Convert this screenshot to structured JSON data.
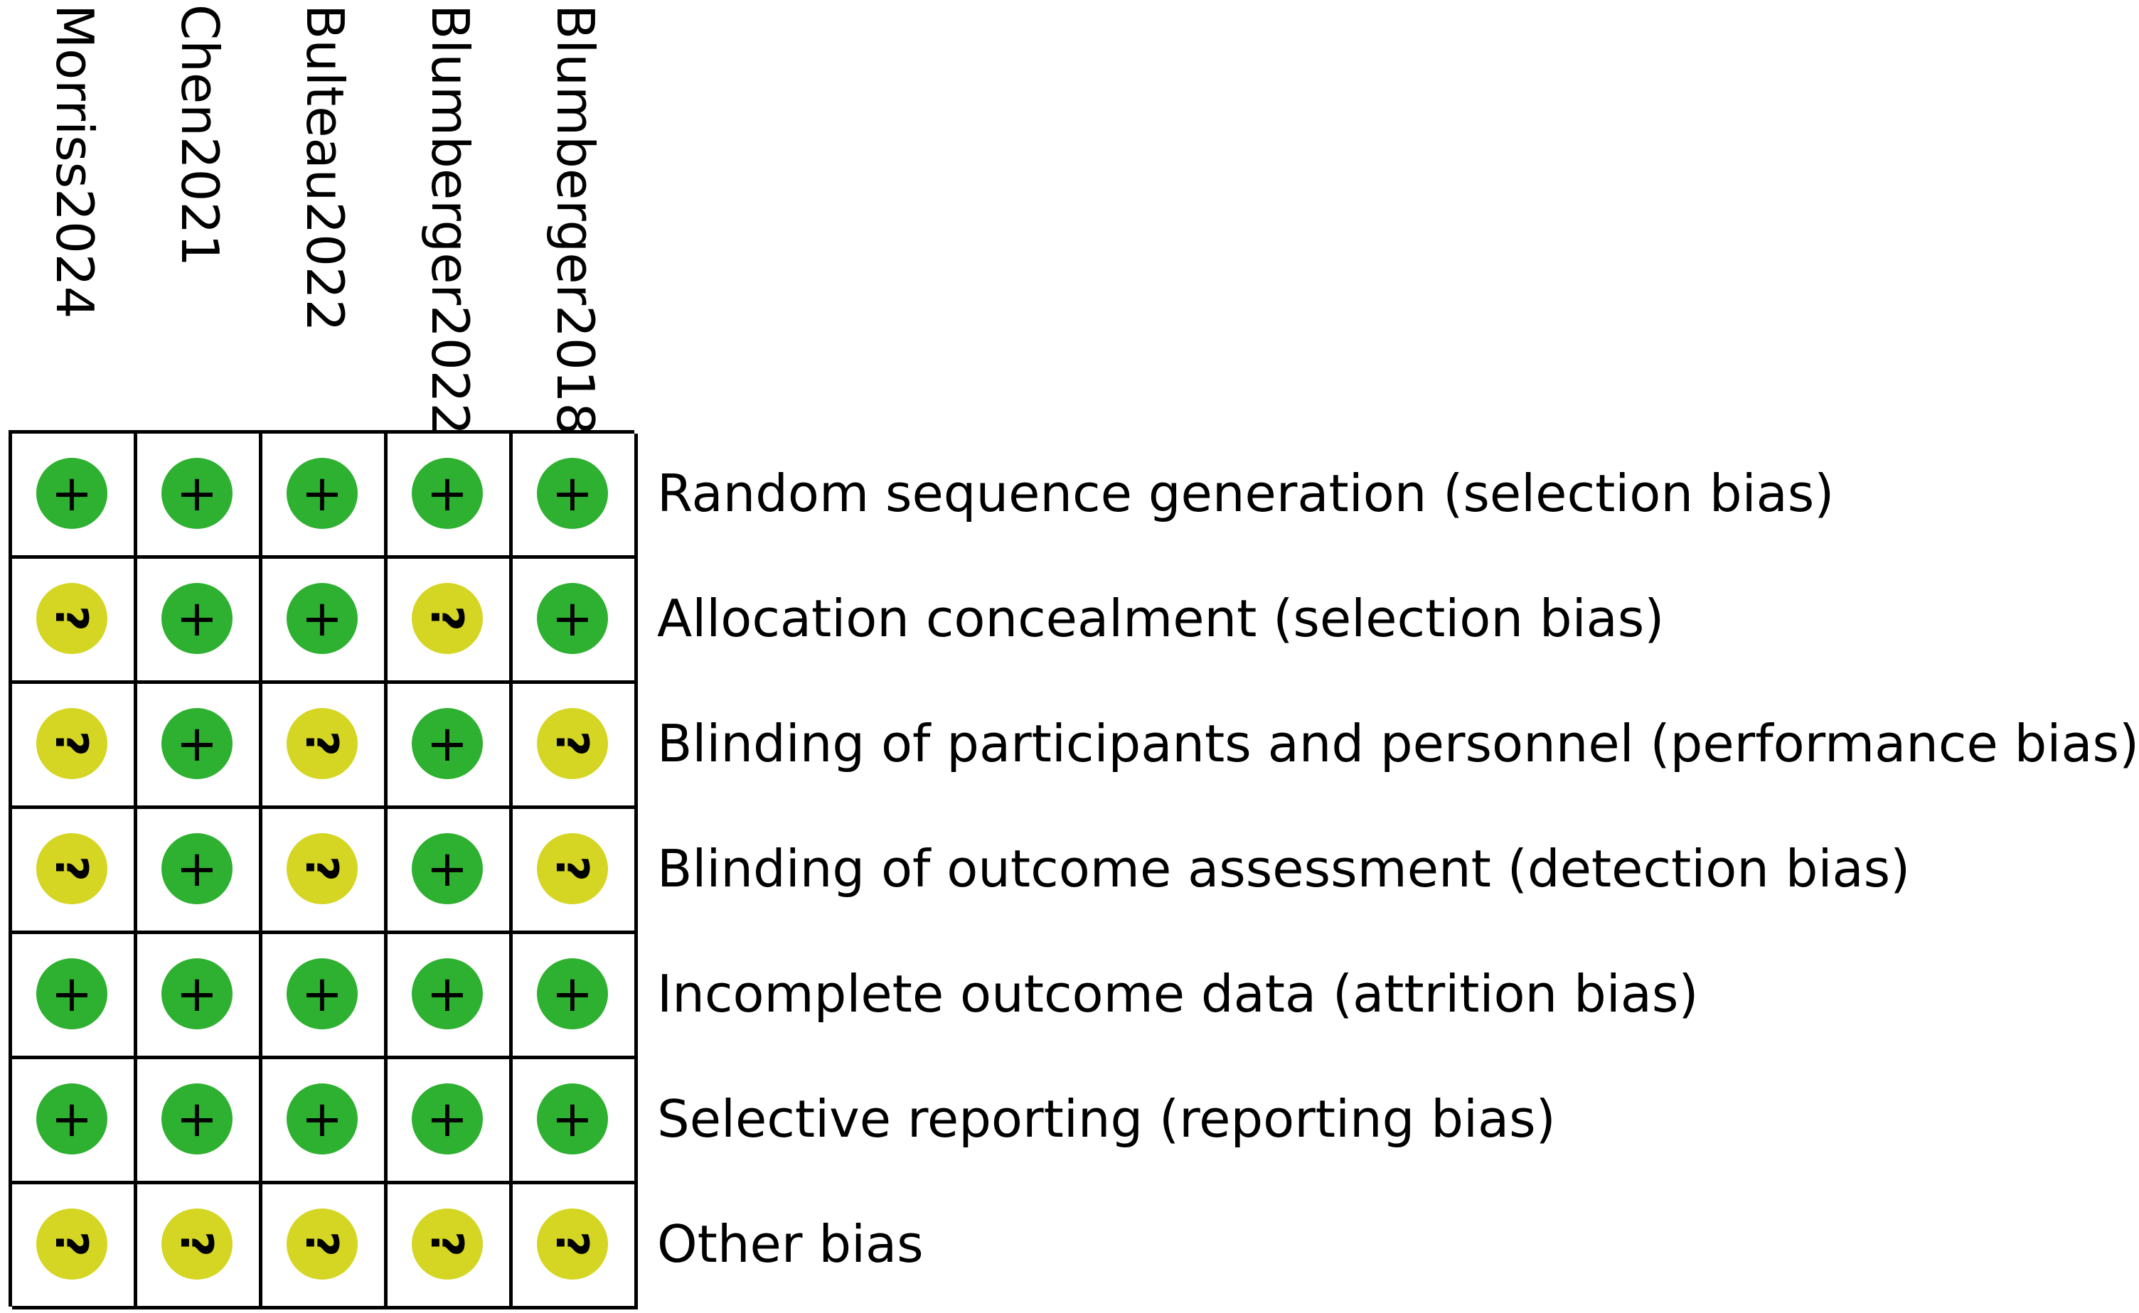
{
  "colors": {
    "low_risk": "#2eb030",
    "unclear_risk": "#d5d523",
    "grid_line": "#000000",
    "text": "#000000"
  },
  "icons": {
    "low": "plus-icon",
    "unclear": "question-icon"
  },
  "chart_data": {
    "type": "table",
    "title": "",
    "studies": [
      "Morriss2024",
      "Chen2021",
      "Bulteau2022",
      "Blumberger2022",
      "Blumberger2018"
    ],
    "domains": [
      "Random sequence generation (selection bias)",
      "Allocation concealment (selection bias)",
      "Blinding of participants and personnel (performance bias)",
      "Blinding of outcome assessment (detection bias)",
      "Incomplete outcome data (attrition bias)",
      "Selective reporting (reporting bias)",
      "Other bias"
    ],
    "legend": {
      "low": "+",
      "unclear": "?"
    },
    "judgements": [
      [
        "low",
        "low",
        "low",
        "low",
        "low"
      ],
      [
        "unclear",
        "low",
        "low",
        "unclear",
        "low"
      ],
      [
        "unclear",
        "low",
        "unclear",
        "low",
        "unclear"
      ],
      [
        "unclear",
        "low",
        "unclear",
        "low",
        "unclear"
      ],
      [
        "low",
        "low",
        "low",
        "low",
        "low"
      ],
      [
        "low",
        "low",
        "low",
        "low",
        "low"
      ],
      [
        "unclear",
        "unclear",
        "unclear",
        "unclear",
        "unclear"
      ]
    ]
  }
}
